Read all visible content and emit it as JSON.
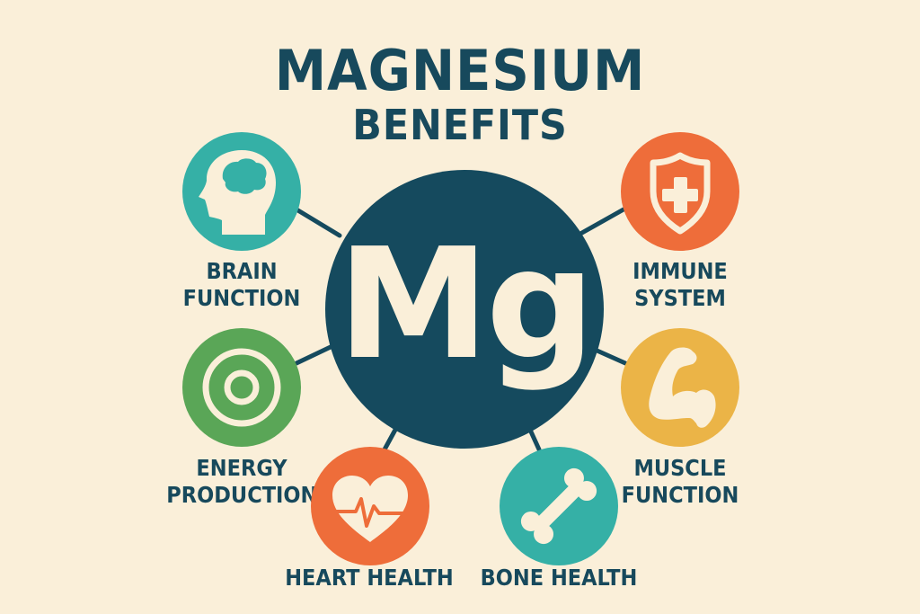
{
  "title": {
    "line1": "MAGNESIUM",
    "line2": "BENEFITS"
  },
  "hub": {
    "symbol": "Mg",
    "color": "#154a5e"
  },
  "colors": {
    "background": "#faefd9",
    "text": "#17495c",
    "teal": "#35b0a6",
    "orange": "#ee6d3a",
    "green": "#5aa657",
    "yellow": "#ebb447",
    "icon_fill": "#faefd9"
  },
  "benefits": [
    {
      "id": "brain",
      "icon": "brain-head-icon",
      "color": "#35b0a6",
      "label_lines": [
        "BRAIN",
        "FUNCTION"
      ]
    },
    {
      "id": "immune",
      "icon": "shield-plus-icon",
      "color": "#ee6d3a",
      "label_lines": [
        "IMMUNE",
        "SYSTEM"
      ]
    },
    {
      "id": "energy",
      "icon": "target-rings-icon",
      "color": "#5aa657",
      "label_lines": [
        "ENERGY",
        "PRODUCTION"
      ]
    },
    {
      "id": "muscle",
      "icon": "flexed-arm-icon",
      "color": "#ebb447",
      "label_lines": [
        "MUSCLE",
        "FUNCTION"
      ]
    },
    {
      "id": "heart",
      "icon": "heart-pulse-icon",
      "color": "#ee6d3a",
      "label_lines": [
        "HEART HEALTH"
      ]
    },
    {
      "id": "bone",
      "icon": "bone-icon",
      "color": "#35b0a6",
      "label_lines": [
        "BONE HEALTH"
      ]
    }
  ]
}
